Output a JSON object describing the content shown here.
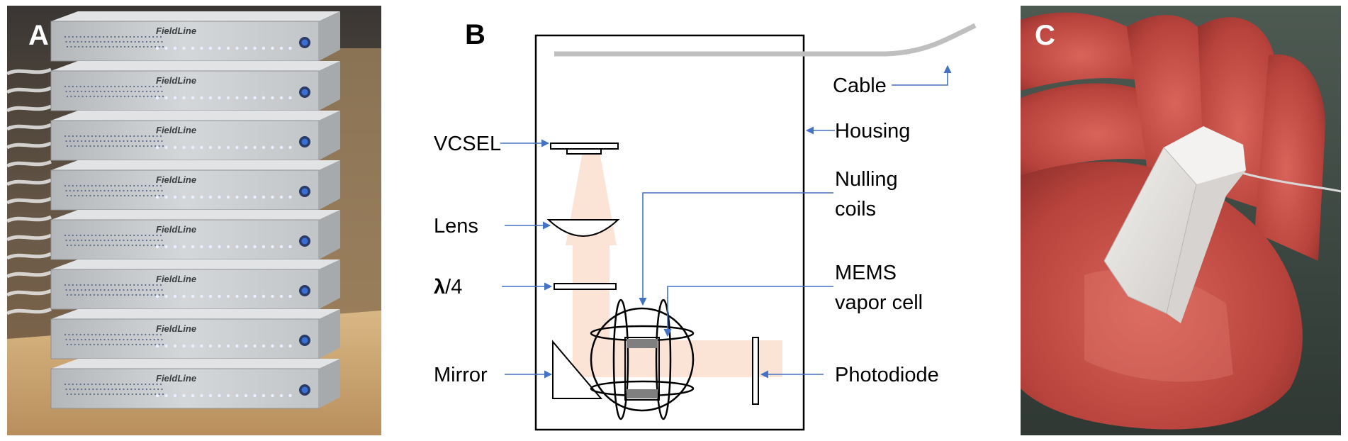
{
  "panels": {
    "a": {
      "letter": "A",
      "brand": "FieldLine",
      "unit_count": 8
    },
    "b": {
      "letter": "B",
      "labels": {
        "cable": "Cable",
        "housing": "Housing",
        "vcsel": "VCSEL",
        "nulling_coils_line1": "Nulling",
        "nulling_coils_line2": "coils",
        "lens": "Lens",
        "quarter_wave_symbol": "λ",
        "quarter_wave_suffix": "/4",
        "mems_line1": "MEMS",
        "mems_line2": "vapor cell",
        "mirror": "Mirror",
        "photodiode": "Photodiode"
      }
    },
    "c": {
      "letter": "C"
    }
  },
  "colors": {
    "beam": "#fbe3d6",
    "arrow": "#4472c4",
    "outline": "#000000",
    "cable": "#bfbfbf",
    "rack_body": "#c9cccf",
    "led": "#e8f0ff",
    "power_button": "#3b6fd8",
    "hand_skin": "#c8504a",
    "sensor": "#e6e4e2"
  }
}
